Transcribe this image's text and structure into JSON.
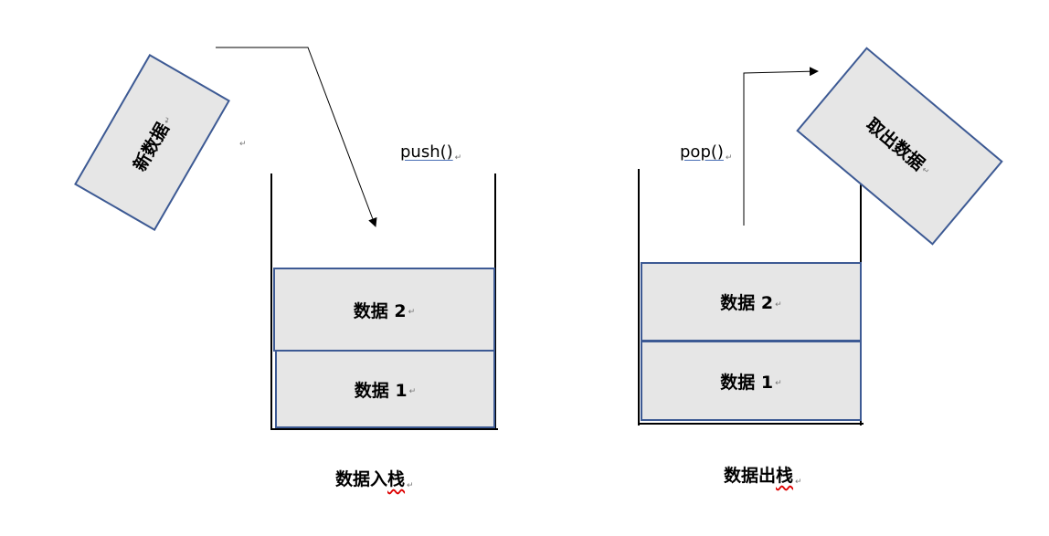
{
  "push_side": {
    "new_data_label": "新数据",
    "call_label": "push()",
    "stack_items": [
      "数据 2",
      "数据 1"
    ],
    "caption_prefix": "数据入",
    "caption_suffix": "栈"
  },
  "pop_side": {
    "removed_data_label": "取出数据",
    "call_label": "pop()",
    "stack_items": [
      "数据 2",
      "数据 1"
    ],
    "caption_prefix": "数据出",
    "caption_suffix": "栈"
  },
  "paragraph_mark": "↵",
  "colors": {
    "box_fill": "#e6e6e6",
    "box_border": "#3d5a94",
    "line": "#000000"
  }
}
